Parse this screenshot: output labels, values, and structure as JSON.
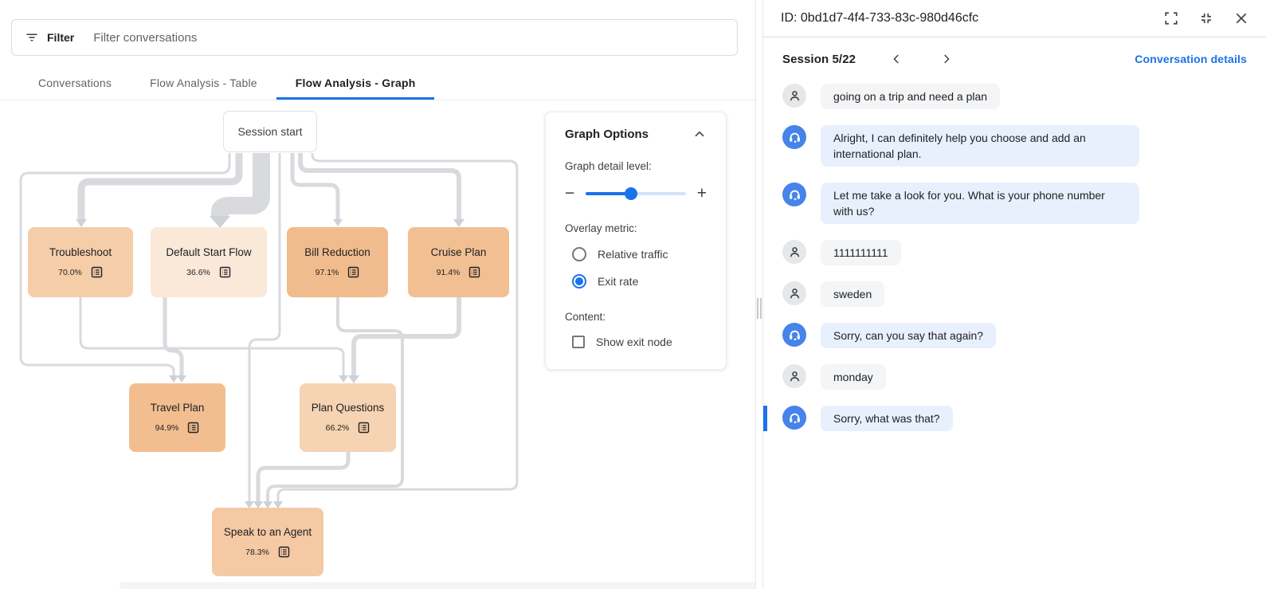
{
  "colors": {
    "accent": "#1a73e8",
    "active_tab_underline": "#1a73e8",
    "highlight_bar": "#1a73e8",
    "link": "#1a73e8",
    "agent_avatar": "#4683ea",
    "agent_bubble": "#e8f0fe",
    "user_avatar_bg": "#e6e7e9",
    "user_bubble": "#f4f5f6",
    "edge": "#d9dade",
    "edge_arrow": "#ced1d6",
    "slider_track": "#d2e3fc"
  },
  "icons": {
    "filter": "filter-list-lines",
    "collapse_panel": "chevron-up",
    "decrease": "minus",
    "increase": "plus",
    "fullscreen": "corner-brackets-out",
    "exit_fullscreen": "corner-brackets-in",
    "close": "x-mark",
    "prev": "chevron-left",
    "next": "chevron-right",
    "user": "person-outline",
    "agent": "headset",
    "node_details": "list-alt"
  },
  "left_panel": {
    "filter_bar": {
      "label": "Filter",
      "placeholder": "Filter conversations"
    },
    "tabs": [
      {
        "label": "Conversations",
        "active": false
      },
      {
        "label": "Flow Analysis - Table",
        "active": false
      },
      {
        "label": "Flow Analysis - Graph",
        "active": true
      }
    ],
    "graph": {
      "start_node_label": "Session start",
      "nodes": [
        {
          "label": "Troubleshoot",
          "exit_rate": "70.0%",
          "fill": "#f6cda9"
        },
        {
          "label": "Default Start Flow",
          "exit_rate": "36.6%",
          "fill": "#fae8d8"
        },
        {
          "label": "Bill Reduction",
          "exit_rate": "97.1%",
          "fill": "#f1bc8d"
        },
        {
          "label": "Cruise Plan",
          "exit_rate": "91.4%",
          "fill": "#f2bf92"
        },
        {
          "label": "Travel Plan",
          "exit_rate": "94.9%",
          "fill": "#f2be90"
        },
        {
          "label": "Plan Questions",
          "exit_rate": "66.2%",
          "fill": "#f6d3b2"
        },
        {
          "label": "Speak to an Agent",
          "exit_rate": "78.3%",
          "fill": "#f5c9a3"
        }
      ]
    },
    "graph_options": {
      "title": "Graph Options",
      "detail_level_label": "Graph detail level:",
      "slider_percent": 45,
      "overlay_metric_label": "Overlay metric:",
      "overlay_options": [
        {
          "label": "Relative traffic",
          "selected": false
        },
        {
          "label": "Exit rate",
          "selected": true
        }
      ],
      "content_label": "Content:",
      "content_options": [
        {
          "label": "Show exit node",
          "checked": false
        }
      ]
    }
  },
  "right_panel": {
    "header": {
      "title": "ID: 0bd1d7-4f4-733-83c-980d46cfc"
    },
    "session_nav": {
      "label": "Session 5/22",
      "details_link": "Conversation details"
    },
    "messages": [
      {
        "speaker": "user",
        "text": "going on a trip and need a plan",
        "highlighted": false
      },
      {
        "speaker": "agent",
        "text": "Alright, I can definitely help you choose and add an international plan.",
        "highlighted": false
      },
      {
        "speaker": "agent",
        "text": "Let me take a look for you. What is your phone number with us?",
        "highlighted": false
      },
      {
        "speaker": "user",
        "text": "1111111111",
        "highlighted": false
      },
      {
        "speaker": "user",
        "text": "sweden",
        "highlighted": false
      },
      {
        "speaker": "agent",
        "text": "Sorry, can you say that again?",
        "highlighted": false
      },
      {
        "speaker": "user",
        "text": "monday",
        "highlighted": false
      },
      {
        "speaker": "agent",
        "text": "Sorry, what was that?",
        "highlighted": true
      }
    ]
  }
}
